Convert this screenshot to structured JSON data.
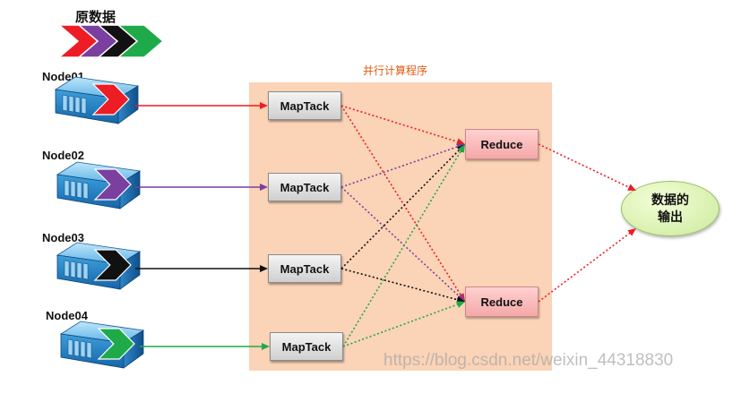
{
  "legend": {
    "title": "原数据",
    "chevron_colors": [
      "#ee1c24",
      "#7b3fa0",
      "#111111",
      "#1faa4a"
    ]
  },
  "panel": {
    "title": "并行计算程序",
    "color": "#fbd3b6"
  },
  "nodes": [
    {
      "label": "Node01",
      "color": "#ee1c24"
    },
    {
      "label": "Node02",
      "color": "#7b3fa0"
    },
    {
      "label": "Node03",
      "color": "#111111"
    },
    {
      "label": "Node04",
      "color": "#1faa4a"
    }
  ],
  "map_tasks": [
    {
      "label": "MapTack"
    },
    {
      "label": "MapTack"
    },
    {
      "label": "MapTack"
    },
    {
      "label": "MapTack"
    }
  ],
  "reducers": [
    {
      "label": "Reduce"
    },
    {
      "label": "Reduce"
    }
  ],
  "output": {
    "line1": "数据的",
    "line2": "输出"
  },
  "watermark": "https://blog.csdn.net/weixin_44318830"
}
